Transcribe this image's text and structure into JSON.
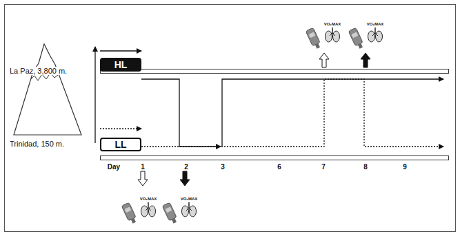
{
  "diagram": {
    "nodes": [
      {
        "text": [
          "HL"
        ]
      },
      {
        "text": [
          "LL"
        ]
      }
    ],
    "labels": [
      "VO₂MAX",
      "VO₂MAX",
      "La Paz, 3,800 m.",
      "Trinidad, 150 m.",
      "Day",
      "1",
      "2",
      "3",
      "6",
      "7",
      "8",
      "9",
      "VO₂MAX",
      "VO₂MAX"
    ]
  }
}
